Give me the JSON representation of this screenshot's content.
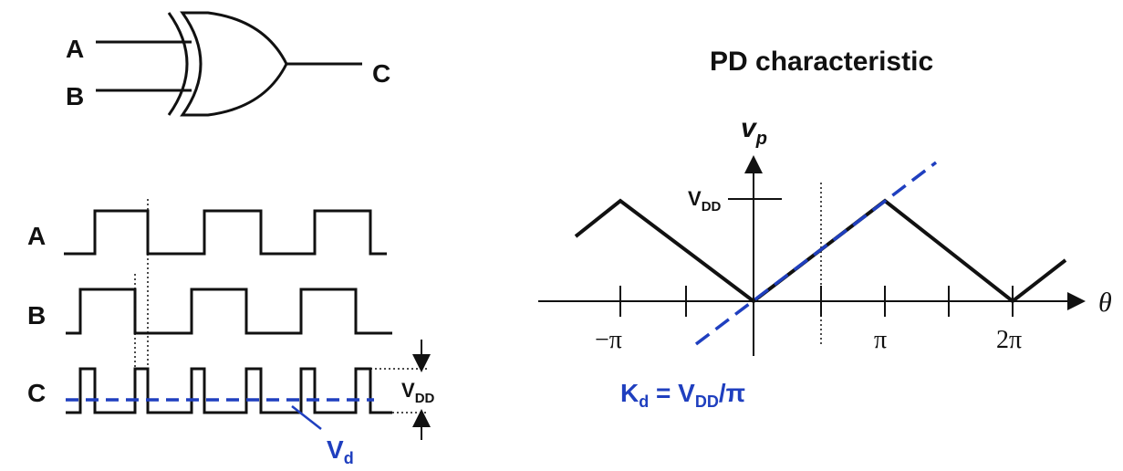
{
  "gate": {
    "input_a": "A",
    "input_b": "B",
    "output_c": "C"
  },
  "waveforms": {
    "label_a": "A",
    "label_b": "B",
    "label_c": "C",
    "vdd_main": "V",
    "vdd_sub": "DD",
    "vd_main": "V",
    "vd_sub": "d"
  },
  "characteristic": {
    "title": "PD characteristic",
    "y_axis_main": "v",
    "y_axis_sub": "p",
    "x_axis": "θ",
    "vdd_main": "V",
    "vdd_sub": "DD",
    "tick_neg_pi": "−π",
    "tick_pi": "π",
    "tick_2pi": "2π",
    "kd_main": "K",
    "kd_sub": "d",
    "kd_eq": " = V",
    "kd_sub2": "DD",
    "kd_tail": "/π"
  },
  "colors": {
    "line": "#111111",
    "accent_blue": "#1f3fbf"
  }
}
